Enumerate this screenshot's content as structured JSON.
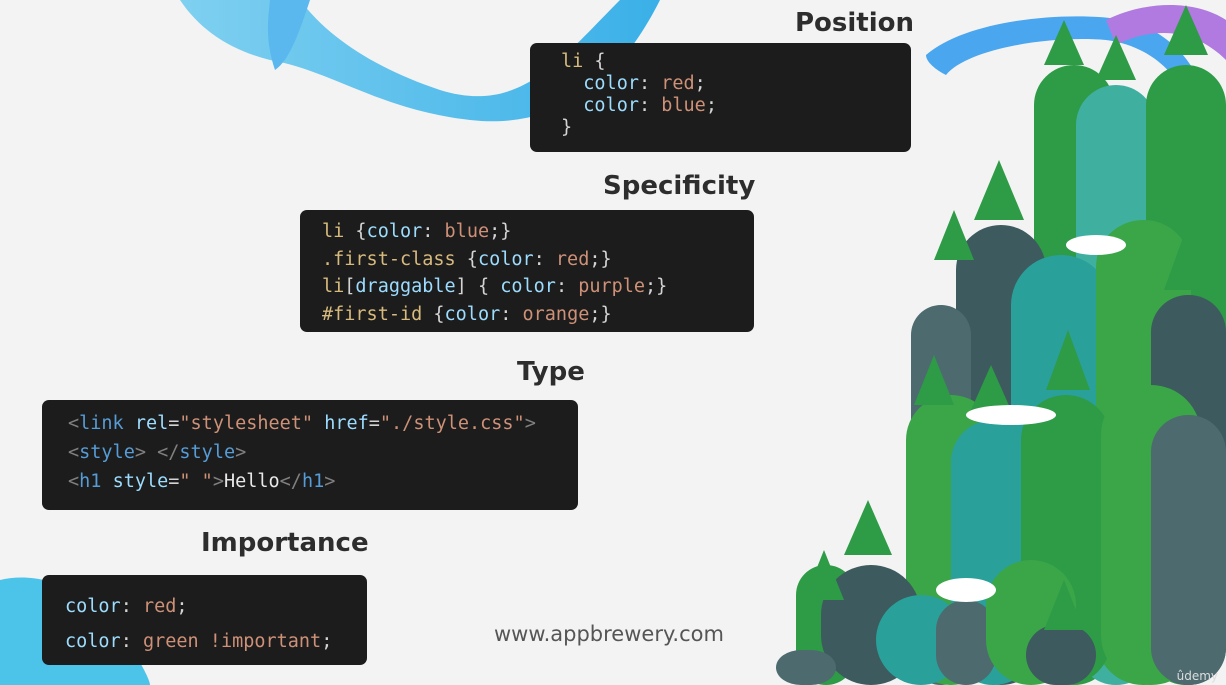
{
  "sections": {
    "position": {
      "title": "Position",
      "lines": [
        [
          {
            "t": "li ",
            "c": "sel"
          },
          {
            "t": "{",
            "c": "pun"
          }
        ],
        [
          {
            "t": "  color",
            "c": "prop"
          },
          {
            "t": ": ",
            "c": "pun"
          },
          {
            "t": "red",
            "c": "val"
          },
          {
            "t": ";",
            "c": "pun"
          }
        ],
        [
          {
            "t": "  color",
            "c": "prop"
          },
          {
            "t": ": ",
            "c": "pun"
          },
          {
            "t": "blue",
            "c": "val"
          },
          {
            "t": ";",
            "c": "pun"
          }
        ],
        [
          {
            "t": "}",
            "c": "pun"
          }
        ]
      ]
    },
    "specificity": {
      "title": "Specificity",
      "lines": [
        [
          {
            "t": "li ",
            "c": "sel"
          },
          {
            "t": "{",
            "c": "pun"
          },
          {
            "t": "color",
            "c": "prop"
          },
          {
            "t": ": ",
            "c": "pun"
          },
          {
            "t": "blue",
            "c": "val"
          },
          {
            "t": ";}",
            "c": "pun"
          }
        ],
        [
          {
            "t": ".first-class ",
            "c": "sel"
          },
          {
            "t": "{",
            "c": "pun"
          },
          {
            "t": "color",
            "c": "prop"
          },
          {
            "t": ": ",
            "c": "pun"
          },
          {
            "t": "red",
            "c": "val"
          },
          {
            "t": ";}",
            "c": "pun"
          }
        ],
        [
          {
            "t": "li",
            "c": "sel"
          },
          {
            "t": "[",
            "c": "pun"
          },
          {
            "t": "draggable",
            "c": "prop"
          },
          {
            "t": "] { ",
            "c": "pun"
          },
          {
            "t": "color",
            "c": "prop"
          },
          {
            "t": ": ",
            "c": "pun"
          },
          {
            "t": "purple",
            "c": "val"
          },
          {
            "t": ";}",
            "c": "pun"
          }
        ],
        [
          {
            "t": "#first-id ",
            "c": "sel"
          },
          {
            "t": "{",
            "c": "pun"
          },
          {
            "t": "color",
            "c": "prop"
          },
          {
            "t": ": ",
            "c": "pun"
          },
          {
            "t": "orange",
            "c": "val"
          },
          {
            "t": ";}",
            "c": "pun"
          }
        ]
      ]
    },
    "type": {
      "title": "Type",
      "lines": [
        [
          {
            "t": "<",
            "c": "tag"
          },
          {
            "t": "link ",
            "c": "tn"
          },
          {
            "t": "rel",
            "c": "prop"
          },
          {
            "t": "=",
            "c": "pun"
          },
          {
            "t": "\"stylesheet\" ",
            "c": "val"
          },
          {
            "t": "href",
            "c": "prop"
          },
          {
            "t": "=",
            "c": "pun"
          },
          {
            "t": "\"./style.css\"",
            "c": "val"
          },
          {
            "t": ">",
            "c": "tag"
          }
        ],
        [
          {
            "t": "<",
            "c": "tag"
          },
          {
            "t": "style",
            "c": "tn"
          },
          {
            "t": "> </",
            "c": "tag"
          },
          {
            "t": "style",
            "c": "tn"
          },
          {
            "t": ">",
            "c": "tag"
          }
        ],
        [
          {
            "t": "<",
            "c": "tag"
          },
          {
            "t": "h1 ",
            "c": "tn"
          },
          {
            "t": "style",
            "c": "prop"
          },
          {
            "t": "=",
            "c": "pun"
          },
          {
            "t": "\" \"",
            "c": "val"
          },
          {
            "t": ">",
            "c": "tag"
          },
          {
            "t": "Hello",
            "c": "txt"
          },
          {
            "t": "</",
            "c": "tag"
          },
          {
            "t": "h1",
            "c": "tn"
          },
          {
            "t": ">",
            "c": "tag"
          }
        ]
      ]
    },
    "importance": {
      "title": "Importance",
      "lines": [
        [
          {
            "t": "color",
            "c": "prop"
          },
          {
            "t": ": ",
            "c": "pun"
          },
          {
            "t": "red",
            "c": "val"
          },
          {
            "t": ";",
            "c": "pun"
          }
        ],
        [
          {
            "t": "color",
            "c": "prop"
          },
          {
            "t": ": ",
            "c": "pun"
          },
          {
            "t": "green !important",
            "c": "val"
          },
          {
            "t": ";",
            "c": "pun"
          }
        ]
      ]
    }
  },
  "footer": {
    "url": "www.appbrewery.com",
    "watermark": "ûdemy"
  }
}
